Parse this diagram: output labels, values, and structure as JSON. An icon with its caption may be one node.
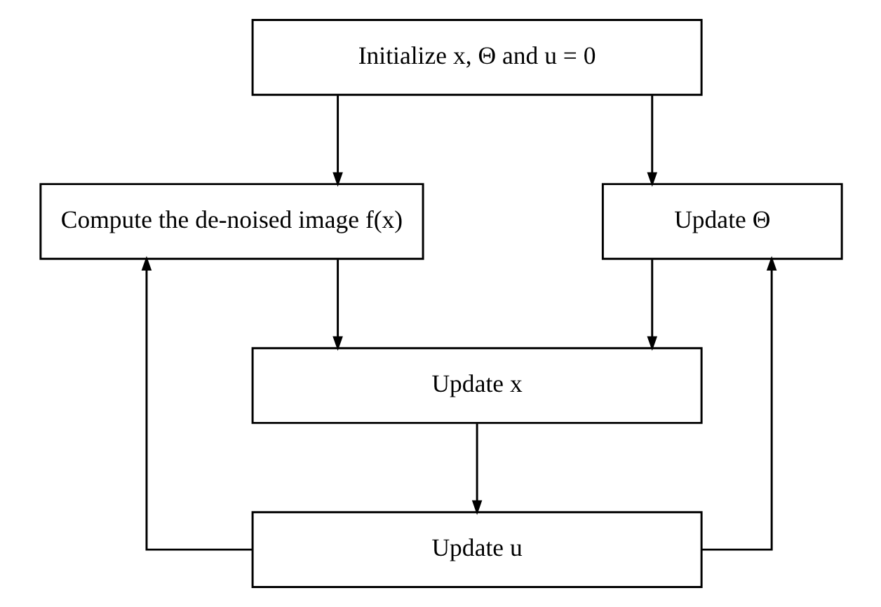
{
  "diagram": {
    "nodes": [
      {
        "text": [
          "Initialize x, Θ and u = 0"
        ]
      },
      {
        "text": [
          "Compute the de-noised image f(x)"
        ]
      },
      {
        "text": [
          "Update Θ"
        ]
      },
      {
        "text": [
          "Update x"
        ]
      },
      {
        "text": [
          "Update u"
        ]
      }
    ],
    "edges": [
      {
        "from": 0,
        "to": 1,
        "arrow": "to"
      },
      {
        "from": 0,
        "to": 2,
        "arrow": "to"
      },
      {
        "from": 1,
        "to": 3,
        "arrow": "to"
      },
      {
        "from": 2,
        "to": 3,
        "arrow": "to"
      },
      {
        "from": 3,
        "to": 4,
        "arrow": "to"
      },
      {
        "from": 4,
        "to": 1,
        "arrow": "to"
      },
      {
        "from": 4,
        "to": 2,
        "arrow": "to"
      }
    ]
  }
}
